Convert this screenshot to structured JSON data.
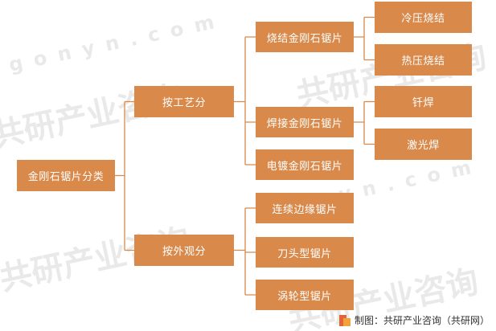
{
  "diagram": {
    "root": "金刚石锯片分类",
    "branches": [
      {
        "label": "按工艺分",
        "children": [
          {
            "label": "烧结金刚石锯片",
            "children": [
              "冷压烧结",
              "热压烧结"
            ]
          },
          {
            "label": "焊接金刚石锯片",
            "children": [
              "钎焊",
              "激光焊"
            ]
          },
          {
            "label": "电镀金刚石锯片"
          }
        ]
      },
      {
        "label": "按外观分",
        "children": [
          {
            "label": "连续边缘锯片"
          },
          {
            "label": "刀头型锯片"
          },
          {
            "label": "涡轮型锯片"
          }
        ]
      }
    ]
  },
  "watermark": {
    "brand": "共研产业咨询",
    "site": "gonyn.com"
  },
  "source": {
    "text": "制图：共研产业咨询（共研网）"
  },
  "colors": {
    "node_fill": "#d9894a",
    "node_text": "#ffffff",
    "line": "#d9894a",
    "watermark": "#e6e6e6"
  }
}
